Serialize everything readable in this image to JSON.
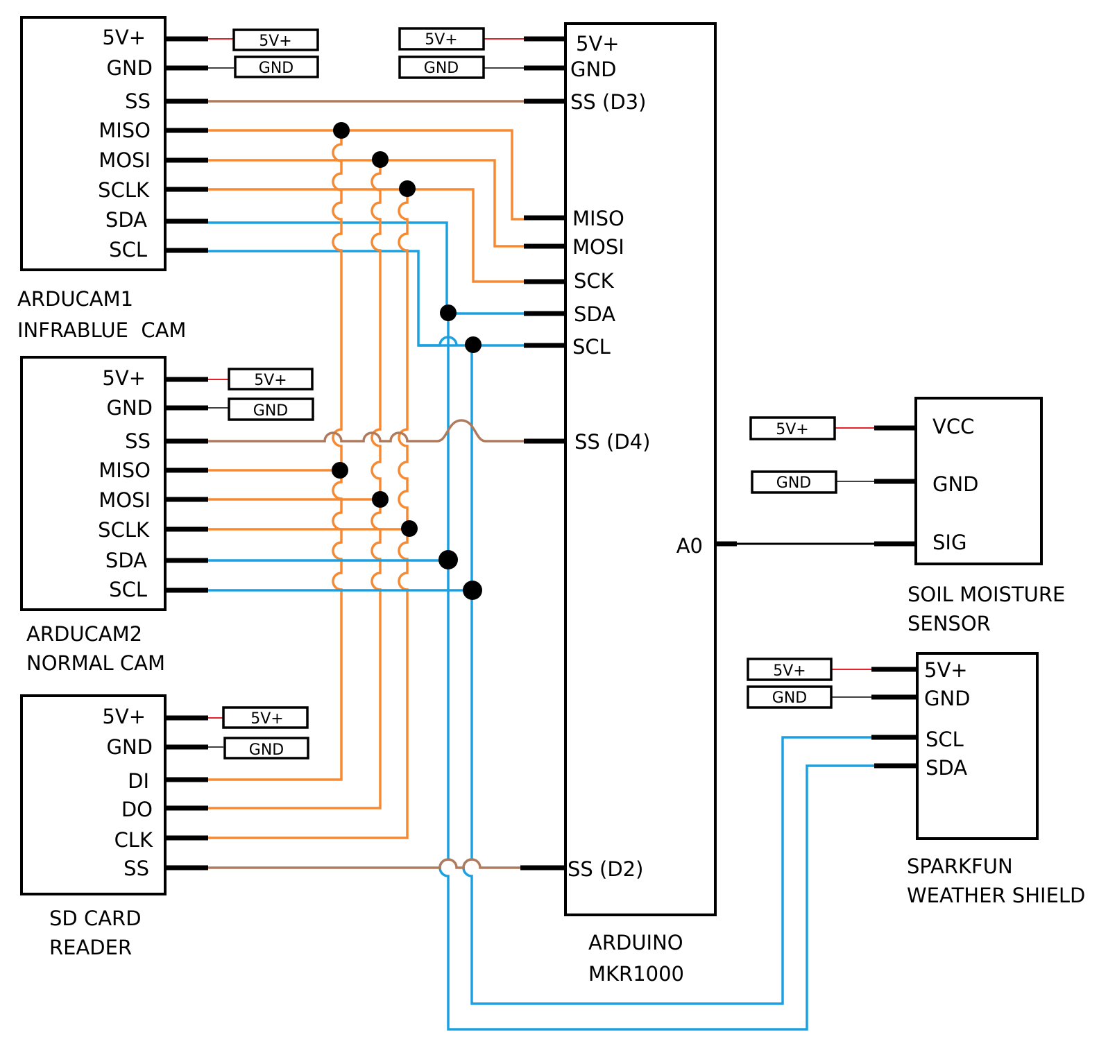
{
  "colors": {
    "spi_wire": "#f58a33",
    "i2c_wire": "#1ba1e2",
    "ss_wire": "#b07a5c",
    "power_wire": "#e8202a",
    "ground_wire": "#000000"
  },
  "arducam1": {
    "pins": [
      "5V+",
      "GND",
      "SS",
      "MISO",
      "MOSI",
      "SCLK",
      "SDA",
      "SCL"
    ],
    "caption": [
      "ARDUCAM1",
      "INFRABLUE  CAM"
    ],
    "tags": [
      "5V+",
      "GND"
    ]
  },
  "arducam2": {
    "pins": [
      "5V+",
      "GND",
      "SS",
      "MISO",
      "MOSI",
      "SCLK",
      "SDA",
      "SCL"
    ],
    "caption": [
      "ARDUCAM2",
      "NORMAL CAM"
    ],
    "tags": [
      "5V+",
      "GND"
    ]
  },
  "sdcard": {
    "pins": [
      "5V+",
      "GND",
      "DI",
      "DO",
      "CLK",
      "SS"
    ],
    "caption": [
      "SD CARD",
      "READER"
    ],
    "tags": [
      "5V+",
      "GND"
    ]
  },
  "arduino": {
    "pins": [
      "5V+",
      "GND",
      "SS (D3)",
      "MISO",
      "MOSI",
      "SCK",
      "SDA",
      "SCL",
      "SS (D4)",
      "SS (D2)"
    ],
    "a0": "A0",
    "caption": [
      "ARDUINO",
      "MKR1000"
    ],
    "tags": [
      "5V+",
      "GND"
    ]
  },
  "soil": {
    "pins": [
      "VCC",
      "GND",
      "SIG"
    ],
    "caption": [
      "SOIL MOISTURE",
      "SENSOR"
    ],
    "tags": [
      "5V+",
      "GND"
    ]
  },
  "weather": {
    "pins": [
      "5V+",
      "GND",
      "SCL",
      "SDA"
    ],
    "caption": [
      "SPARKFUN",
      "WEATHER SHIELD"
    ],
    "tags": [
      "5V+",
      "GND"
    ]
  }
}
